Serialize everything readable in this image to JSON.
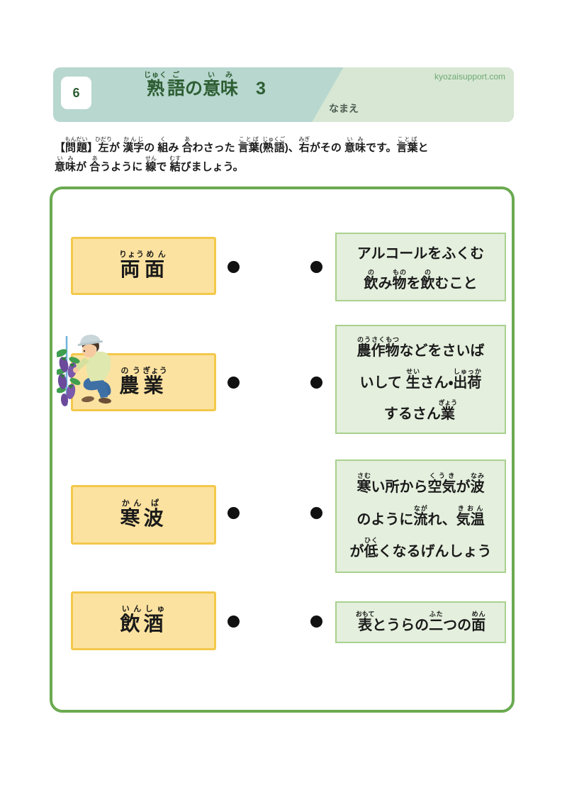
{
  "colors": {
    "header-teal": "#b7d7cf",
    "header-green": "#d7e7d3",
    "title-green": "#2e5e33",
    "site-green": "#6fa874",
    "name-gray": "#4c5c52",
    "outer-green": "#6aaa50",
    "term-fill": "#fce2a0",
    "term-border": "#f3c84b",
    "def-fill": "#e4efdd",
    "def-border": "#a9d18e",
    "dot-black": "#111111",
    "text-black": "#1a1a1a"
  },
  "header": {
    "number": "6",
    "site": "kyozaisupport.com",
    "name_label": "なまえ",
    "title_text": "熟語の意味　3",
    "title_ruby": [
      {
        "t": "熟",
        "r": "じゅく"
      },
      {
        "t": "語",
        "r": "ご"
      },
      {
        "t": "の"
      },
      {
        "t": "意",
        "r": "い"
      },
      {
        "t": "味",
        "r": "み"
      },
      {
        "t": "　3"
      }
    ]
  },
  "problem": {
    "lines": [
      [
        {
          "t": "【"
        },
        {
          "t": "問題",
          "r": "もんだい"
        },
        {
          "t": "】"
        },
        {
          "t": "左",
          "r": "ひだり"
        },
        {
          "t": "が "
        },
        {
          "t": "漢字",
          "r": "かんじ"
        },
        {
          "t": "の "
        },
        {
          "t": "組",
          "r": "く"
        },
        {
          "t": "み "
        },
        {
          "t": "合",
          "r": "あ"
        },
        {
          "t": "わさった "
        },
        {
          "t": "言葉",
          "r": "ことば"
        },
        {
          "t": "("
        },
        {
          "t": "熟語",
          "r": "じゅくご"
        },
        {
          "t": ")、"
        },
        {
          "t": "右",
          "r": "みぎ"
        },
        {
          "t": "がその "
        },
        {
          "t": "意味",
          "r": "いみ"
        },
        {
          "t": "です。"
        },
        {
          "t": "言葉",
          "r": "ことば"
        },
        {
          "t": "と"
        }
      ],
      [
        {
          "t": "意味",
          "r": "いみ"
        },
        {
          "t": "が "
        },
        {
          "t": "合",
          "r": "あ"
        },
        {
          "t": "うように "
        },
        {
          "t": "線",
          "r": "せん"
        },
        {
          "t": "で "
        },
        {
          "t": "結",
          "r": "むす"
        },
        {
          "t": "びましょう。"
        }
      ]
    ]
  },
  "matching": {
    "terms": [
      {
        "text": "両面",
        "reading": "りょうめん",
        "ruby": [
          {
            "t": "両",
            "r": "りょう"
          },
          {
            "t": "面",
            "r": "めん"
          }
        ]
      },
      {
        "text": "農業",
        "reading": "のうぎょう",
        "ruby": [
          {
            "t": "農",
            "r": "のう"
          },
          {
            "t": "業",
            "r": "ぎょう"
          }
        ]
      },
      {
        "text": "寒波",
        "reading": "かんぱ",
        "ruby": [
          {
            "t": "寒",
            "r": "かん"
          },
          {
            "t": "波",
            "r": "ぱ"
          }
        ]
      },
      {
        "text": "飲酒",
        "reading": "いんしゅ",
        "ruby": [
          {
            "t": "飲",
            "r": "いん"
          },
          {
            "t": "酒",
            "r": "しゅ"
          }
        ]
      }
    ],
    "definitions": [
      {
        "lines": [
          [
            {
              "t": "アルコールをふくむ"
            }
          ],
          [
            {
              "t": "飲",
              "r": "の"
            },
            {
              "t": "み"
            },
            {
              "t": "物",
              "r": "もの"
            },
            {
              "t": "を"
            },
            {
              "t": "飲",
              "r": "の"
            },
            {
              "t": "むこと"
            }
          ]
        ]
      },
      {
        "lines": [
          [
            {
              "t": "農作物",
              "r": "のうさくもつ"
            },
            {
              "t": "などをさいば"
            }
          ],
          [
            {
              "t": "いして "
            },
            {
              "t": "生",
              "r": "せい"
            },
            {
              "t": "さん・"
            },
            {
              "t": "出荷",
              "r": "しゅっか"
            }
          ],
          [
            {
              "t": "するさん"
            },
            {
              "t": "業",
              "r": "ぎょう"
            }
          ]
        ]
      },
      {
        "lines": [
          [
            {
              "t": "寒",
              "r": "さむ"
            },
            {
              "t": "い所から"
            },
            {
              "t": "空気",
              "r": "くうき"
            },
            {
              "t": "が"
            },
            {
              "t": "波",
              "r": "なみ"
            }
          ],
          [
            {
              "t": "のように"
            },
            {
              "t": "流",
              "r": "なが"
            },
            {
              "t": "れ、"
            },
            {
              "t": "気温",
              "r": "きおん"
            }
          ],
          [
            {
              "t": "が"
            },
            {
              "t": "低",
              "r": "ひく"
            },
            {
              "t": "くなるげんしょう"
            }
          ]
        ]
      },
      {
        "lines": [
          [
            {
              "t": "表",
              "r": "おもて"
            },
            {
              "t": "とうらの"
            },
            {
              "t": "二",
              "r": "ふた"
            },
            {
              "t": "つの"
            },
            {
              "t": "面",
              "r": "めん"
            }
          ]
        ]
      }
    ]
  },
  "illustration": {
    "label": "farmer picking eggplants"
  }
}
